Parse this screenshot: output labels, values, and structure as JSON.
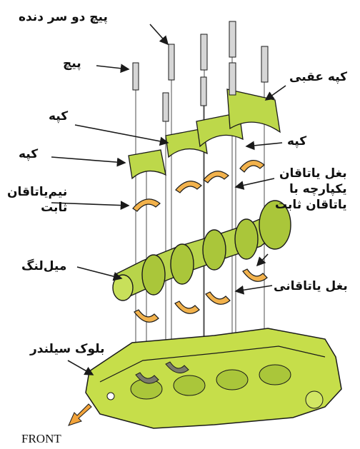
{
  "labels": {
    "double_stud": "پیچ دو سر دنده",
    "bolt": "پیچ",
    "rear_cap": "کپه عقبی",
    "cap_a": "کپه",
    "cap_b": "کپه",
    "cap_c": "کپه",
    "thrust_bearing": [
      "بغل یاتاقان",
      "یکپارچه با",
      "یاتاقان ثابت"
    ],
    "half_bearing": [
      "نیم‌یاتاقان",
      "ثابت"
    ],
    "crankshaft": "میل‌لنگ",
    "thrust_washer": "بغل یاتاقانی",
    "cylinder_block": "بلوک سیلندر",
    "front": "FRONT"
  },
  "colors": {
    "block_green": "#c6de4a",
    "cap_green": "#bdd84a",
    "bearing_orange": "#f2b24c",
    "crank_green": "#b8d44a",
    "line": "#1a1a1a",
    "front_arrow": "#f2a33a"
  }
}
